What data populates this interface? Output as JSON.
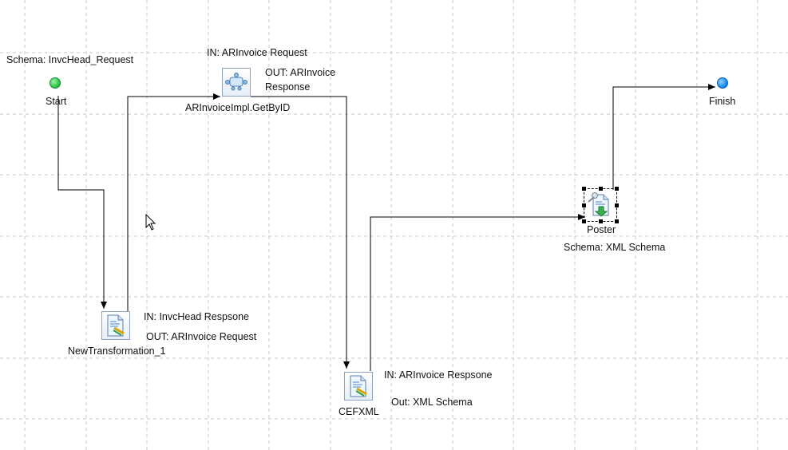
{
  "nodes": {
    "start": {
      "label": "Start",
      "annotation": "Schema: InvcHead_Request"
    },
    "finish": {
      "label": "Finish"
    },
    "get_by_id": {
      "label": "ARInvoiceImpl.GetByID",
      "in": "IN: ARInvoice Request",
      "out_line1": "OUT: ARInvoice",
      "out_line2": "Response"
    },
    "new_transformation": {
      "label": "NewTransformation_1",
      "in": "IN: InvcHead Respsone",
      "out": "OUT: ARInvoice Request"
    },
    "cefxml": {
      "label": "CEFXML",
      "in": "IN: ARInvoice Respsone",
      "out": "Out: XML Schema"
    },
    "poster": {
      "label": "Poster",
      "annotation": "Schema: XML Schema"
    }
  },
  "icons": {
    "service_task": "service-call-icon",
    "transformation_task": "document-transform-icon",
    "poster_task": "document-post-icon"
  },
  "colors": {
    "grid": "#c8c8c8",
    "connector": "#000000",
    "start_event": "#2ec74a",
    "finish_event": "#1a8ef0"
  }
}
